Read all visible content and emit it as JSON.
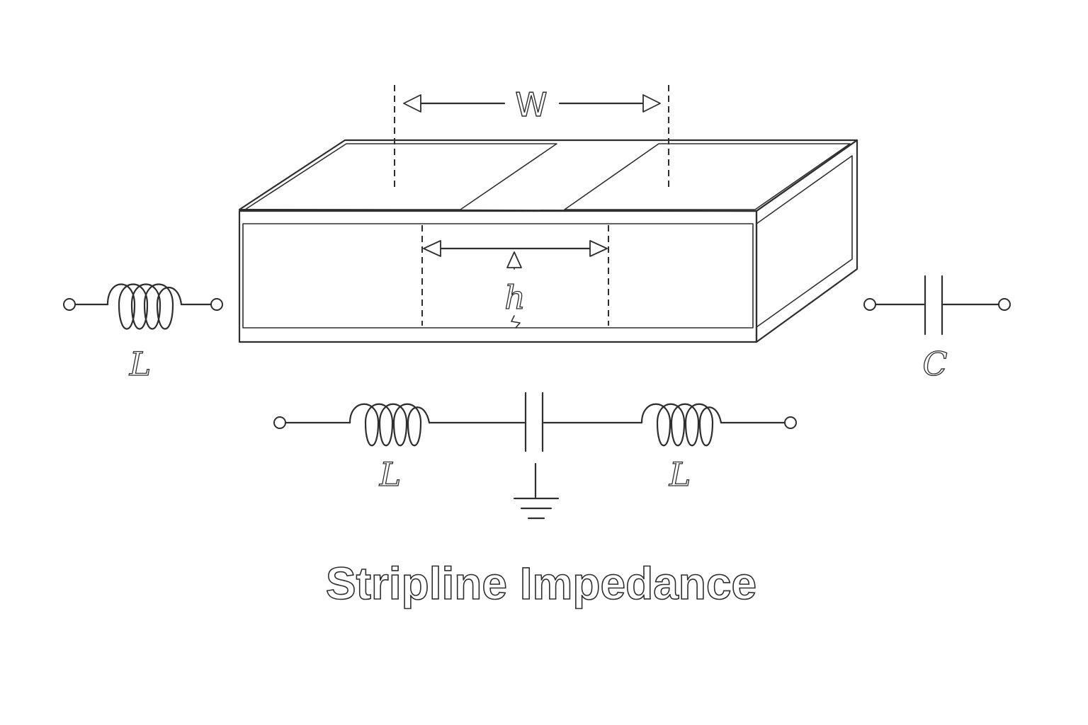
{
  "title": "Stripline Impedance",
  "dimensions": {
    "width_label": "W",
    "height_label": "h"
  },
  "components": {
    "left_inductor_label": "L",
    "right_capacitor_label": "C",
    "bottom_left_inductor_label": "L",
    "bottom_right_inductor_label": "L"
  },
  "icons": {
    "inductor": "inductor-icon",
    "capacitor": "capacitor-icon",
    "ground": "ground-icon",
    "terminal": "terminal-icon"
  },
  "colors": {
    "stroke": "#2e2e2e",
    "fill": "#ffffff"
  }
}
